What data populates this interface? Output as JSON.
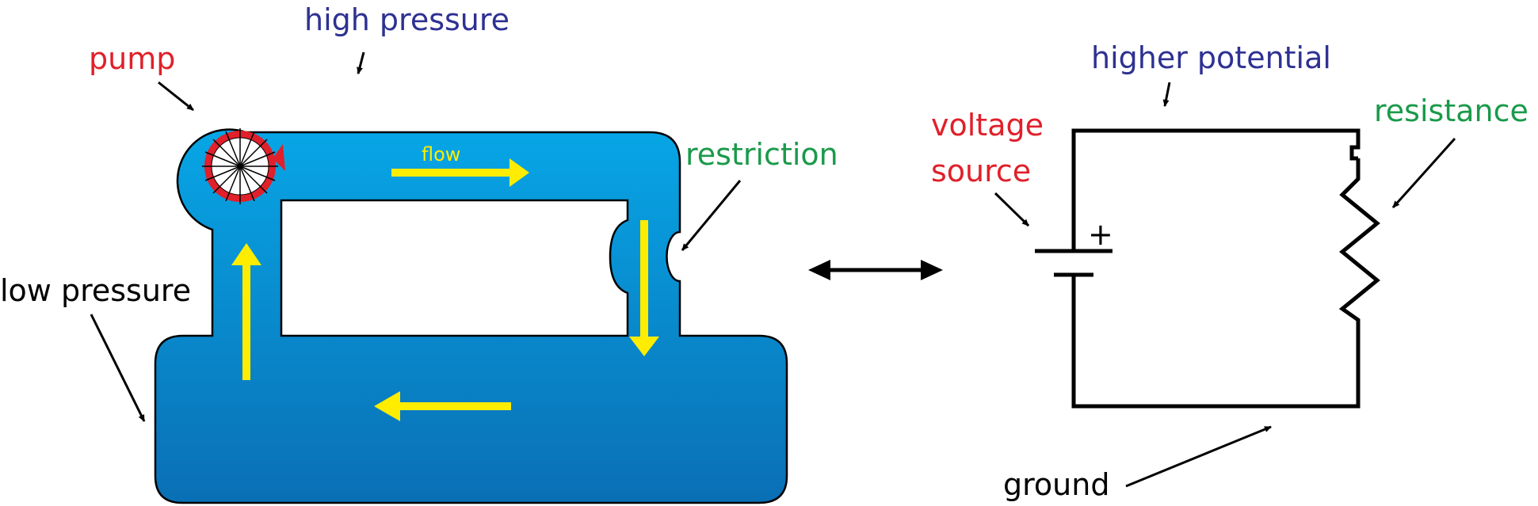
{
  "labels": {
    "pump": "pump",
    "high_pressure": "high pressure",
    "flow": "flow",
    "restriction": "restriction",
    "low_pressure": "low pressure",
    "higher_potential": "higher potential",
    "voltage_source_line1": "voltage",
    "voltage_source_line2": "source",
    "plus": "+",
    "resistance": "resistance",
    "ground": "ground"
  },
  "colors": {
    "pump_label": "#e0202a",
    "high_pressure_label": "#2e3192",
    "restriction_label": "#1a9a4a",
    "water_top": "#07a6e6",
    "water_bottom": "#0a6fb5",
    "arrow_yellow": "#ffed00",
    "pump_ring": "#e0202a",
    "outline": "#000000"
  },
  "icons": {
    "pump": "pump-impeller-icon",
    "battery": "battery-symbol-icon",
    "resistor": "resistor-zigzag-icon",
    "analogy_arrow": "double-arrow-icon"
  }
}
